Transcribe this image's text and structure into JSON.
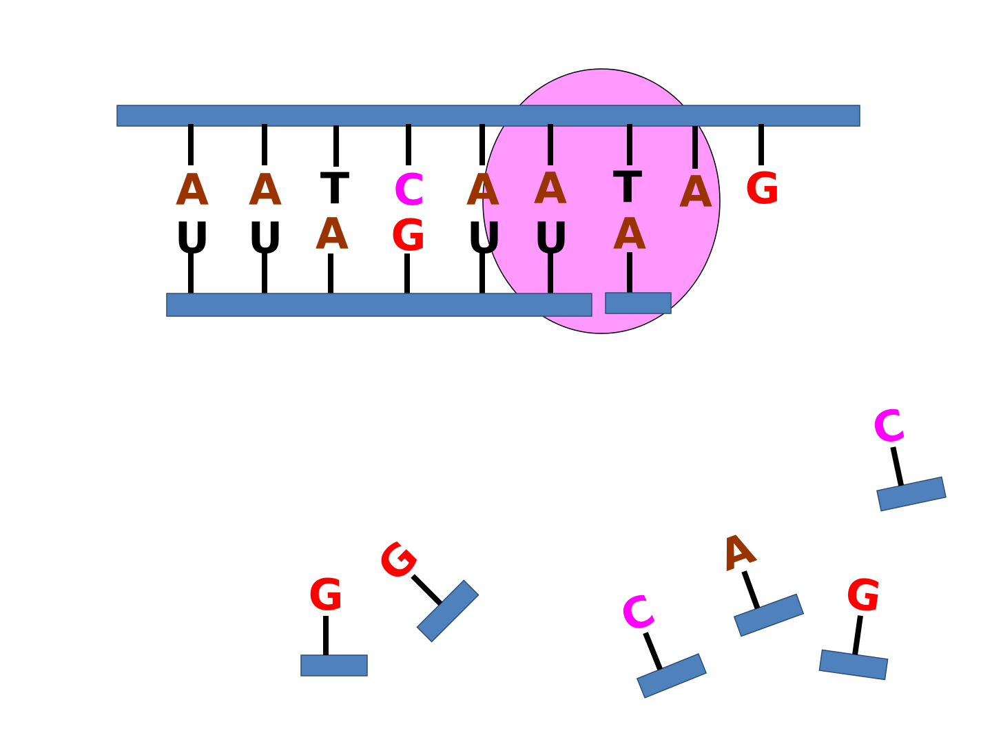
{
  "colors": {
    "A": "#993300",
    "T": "#000000",
    "U": "#000000",
    "C": "#ff00ff",
    "G": "#ff0000",
    "backbone": "#4f81bd",
    "polymerase": "#ff99ff"
  },
  "dna_template": {
    "bases": [
      "A",
      "A",
      "T",
      "C",
      "A",
      "A",
      "T",
      "A",
      "G"
    ]
  },
  "rna_transcript": {
    "bases": [
      "U",
      "U",
      "A",
      "G",
      "U",
      "U",
      "A"
    ]
  },
  "free_nucleotides": [
    {
      "base": "G"
    },
    {
      "base": "G"
    },
    {
      "base": "C"
    },
    {
      "base": "A"
    },
    {
      "base": "G"
    },
    {
      "base": "C"
    }
  ]
}
